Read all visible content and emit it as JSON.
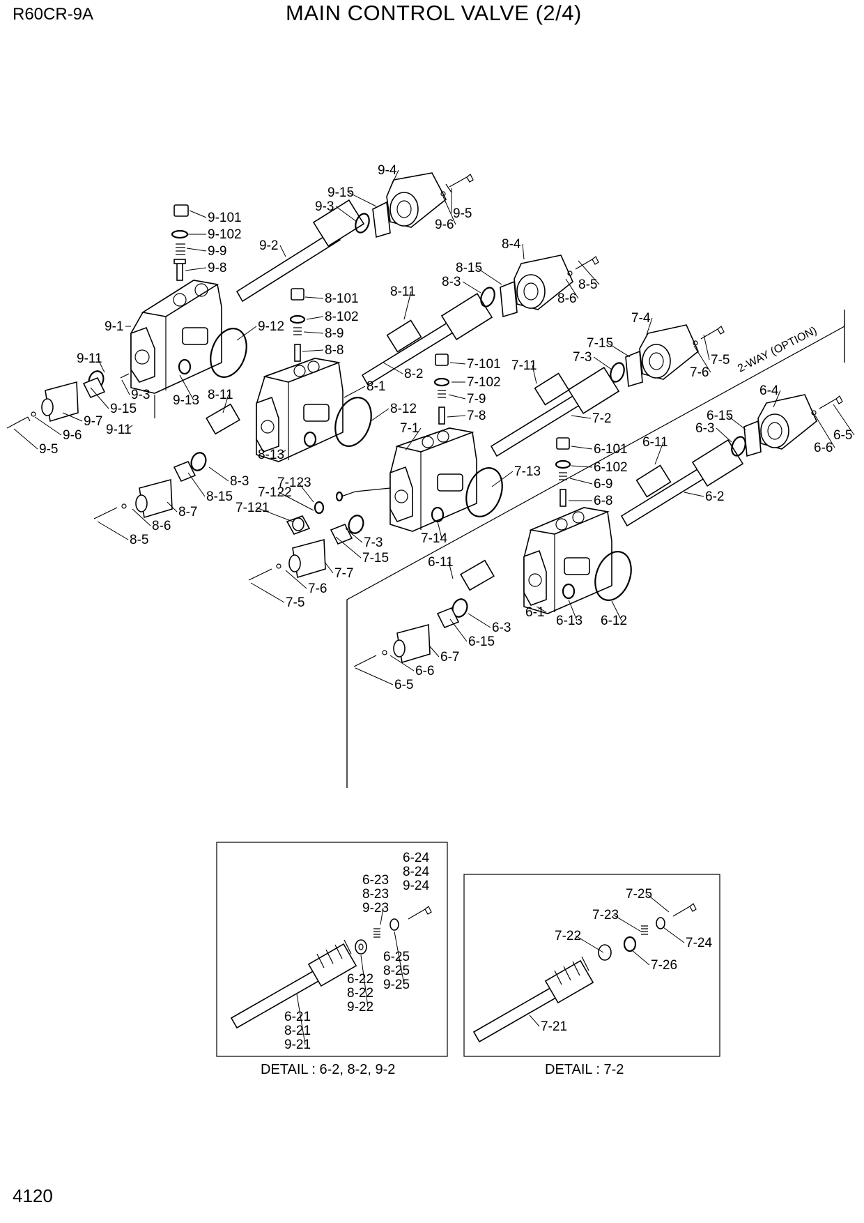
{
  "header": {
    "model": "R60CR-9A",
    "title": "MAIN CONTROL VALVE (2/4)"
  },
  "footer": {
    "page_number": "4120"
  },
  "option_box": {
    "label": "2-WAY (OPTION)"
  },
  "details": {
    "left_caption": "DETAIL : 6-2, 8-2, 9-2",
    "right_caption": "DETAIL : 7-2"
  },
  "callouts": [
    {
      "id": "c1",
      "text": "9-4"
    },
    {
      "id": "c2",
      "text": "9-15"
    },
    {
      "id": "c3",
      "text": "9-3"
    },
    {
      "id": "c4",
      "text": "9-6"
    },
    {
      "id": "c5",
      "text": "9-5"
    },
    {
      "id": "c6",
      "text": "9-101"
    },
    {
      "id": "c7",
      "text": "9-102"
    },
    {
      "id": "c8",
      "text": "9-9"
    },
    {
      "id": "c9",
      "text": "9-8"
    },
    {
      "id": "c10",
      "text": "9-2"
    },
    {
      "id": "c11",
      "text": "9-1"
    },
    {
      "id": "c12",
      "text": "9-12"
    },
    {
      "id": "c13",
      "text": "9-11"
    },
    {
      "id": "c14",
      "text": "9-3"
    },
    {
      "id": "c15",
      "text": "9-15"
    },
    {
      "id": "c16",
      "text": "9-13"
    },
    {
      "id": "c17",
      "text": "9-7"
    },
    {
      "id": "c18",
      "text": "9-6"
    },
    {
      "id": "c19",
      "text": "9-11"
    },
    {
      "id": "c20",
      "text": "9-5"
    },
    {
      "id": "c21",
      "text": "8-4"
    },
    {
      "id": "c22",
      "text": "8-15"
    },
    {
      "id": "c23",
      "text": "8-3"
    },
    {
      "id": "c24",
      "text": "8-6"
    },
    {
      "id": "c25",
      "text": "8-5"
    },
    {
      "id": "c26",
      "text": "8-101"
    },
    {
      "id": "c27",
      "text": "8-102"
    },
    {
      "id": "c28",
      "text": "8-9"
    },
    {
      "id": "c29",
      "text": "8-8"
    },
    {
      "id": "c30",
      "text": "8-11"
    },
    {
      "id": "c31",
      "text": "8-2"
    },
    {
      "id": "c32",
      "text": "8-1"
    },
    {
      "id": "c33",
      "text": "8-12"
    },
    {
      "id": "c34",
      "text": "8-11"
    },
    {
      "id": "c35",
      "text": "8-13"
    },
    {
      "id": "c36",
      "text": "8-3"
    },
    {
      "id": "c37",
      "text": "8-15"
    },
    {
      "id": "c38",
      "text": "8-7"
    },
    {
      "id": "c39",
      "text": "8-6"
    },
    {
      "id": "c40",
      "text": "8-5"
    },
    {
      "id": "c41",
      "text": "7-4"
    },
    {
      "id": "c42",
      "text": "7-15"
    },
    {
      "id": "c43",
      "text": "7-3"
    },
    {
      "id": "c44",
      "text": "7-6"
    },
    {
      "id": "c45",
      "text": "7-5"
    },
    {
      "id": "c46",
      "text": "7-101"
    },
    {
      "id": "c47",
      "text": "7-102"
    },
    {
      "id": "c48",
      "text": "7-9"
    },
    {
      "id": "c49",
      "text": "7-8"
    },
    {
      "id": "c50",
      "text": "7-11"
    },
    {
      "id": "c51",
      "text": "7-2"
    },
    {
      "id": "c52",
      "text": "7-1"
    },
    {
      "id": "c53",
      "text": "7-13"
    },
    {
      "id": "c54",
      "text": "7-123"
    },
    {
      "id": "c55",
      "text": "7-122"
    },
    {
      "id": "c56",
      "text": "7-121"
    },
    {
      "id": "c57",
      "text": "7-3"
    },
    {
      "id": "c58",
      "text": "7-14"
    },
    {
      "id": "c59",
      "text": "7-15"
    },
    {
      "id": "c60",
      "text": "7-7"
    },
    {
      "id": "c61",
      "text": "7-6"
    },
    {
      "id": "c62",
      "text": "7-5"
    },
    {
      "id": "c63",
      "text": "6-4"
    },
    {
      "id": "c64",
      "text": "6-15"
    },
    {
      "id": "c65",
      "text": "6-3"
    },
    {
      "id": "c66",
      "text": "6-6"
    },
    {
      "id": "c67",
      "text": "6-5"
    },
    {
      "id": "c68",
      "text": "6-101"
    },
    {
      "id": "c69",
      "text": "6-102"
    },
    {
      "id": "c70",
      "text": "6-9"
    },
    {
      "id": "c71",
      "text": "6-8"
    },
    {
      "id": "c72",
      "text": "6-11"
    },
    {
      "id": "c73",
      "text": "6-2"
    },
    {
      "id": "c74",
      "text": "6-11"
    },
    {
      "id": "c75",
      "text": "6-1"
    },
    {
      "id": "c76",
      "text": "6-13"
    },
    {
      "id": "c77",
      "text": "6-12"
    },
    {
      "id": "c78",
      "text": "6-3"
    },
    {
      "id": "c79",
      "text": "6-15"
    },
    {
      "id": "c80",
      "text": "6-7"
    },
    {
      "id": "c81",
      "text": "6-6"
    },
    {
      "id": "c82",
      "text": "6-5"
    },
    {
      "id": "d1",
      "text": "6-24"
    },
    {
      "id": "d2",
      "text": "8-24"
    },
    {
      "id": "d3",
      "text": "9-24"
    },
    {
      "id": "d4",
      "text": "6-23"
    },
    {
      "id": "d5",
      "text": "8-23"
    },
    {
      "id": "d6",
      "text": "9-23"
    },
    {
      "id": "d7",
      "text": "6-25"
    },
    {
      "id": "d8",
      "text": "8-25"
    },
    {
      "id": "d9",
      "text": "9-25"
    },
    {
      "id": "d10",
      "text": "6-22"
    },
    {
      "id": "d11",
      "text": "8-22"
    },
    {
      "id": "d12",
      "text": "9-22"
    },
    {
      "id": "d13",
      "text": "6-21"
    },
    {
      "id": "d14",
      "text": "8-21"
    },
    {
      "id": "d15",
      "text": "9-21"
    },
    {
      "id": "e1",
      "text": "7-25"
    },
    {
      "id": "e2",
      "text": "7-23"
    },
    {
      "id": "e3",
      "text": "7-22"
    },
    {
      "id": "e4",
      "text": "7-24"
    },
    {
      "id": "e5",
      "text": "7-26"
    },
    {
      "id": "e6",
      "text": "7-21"
    }
  ]
}
